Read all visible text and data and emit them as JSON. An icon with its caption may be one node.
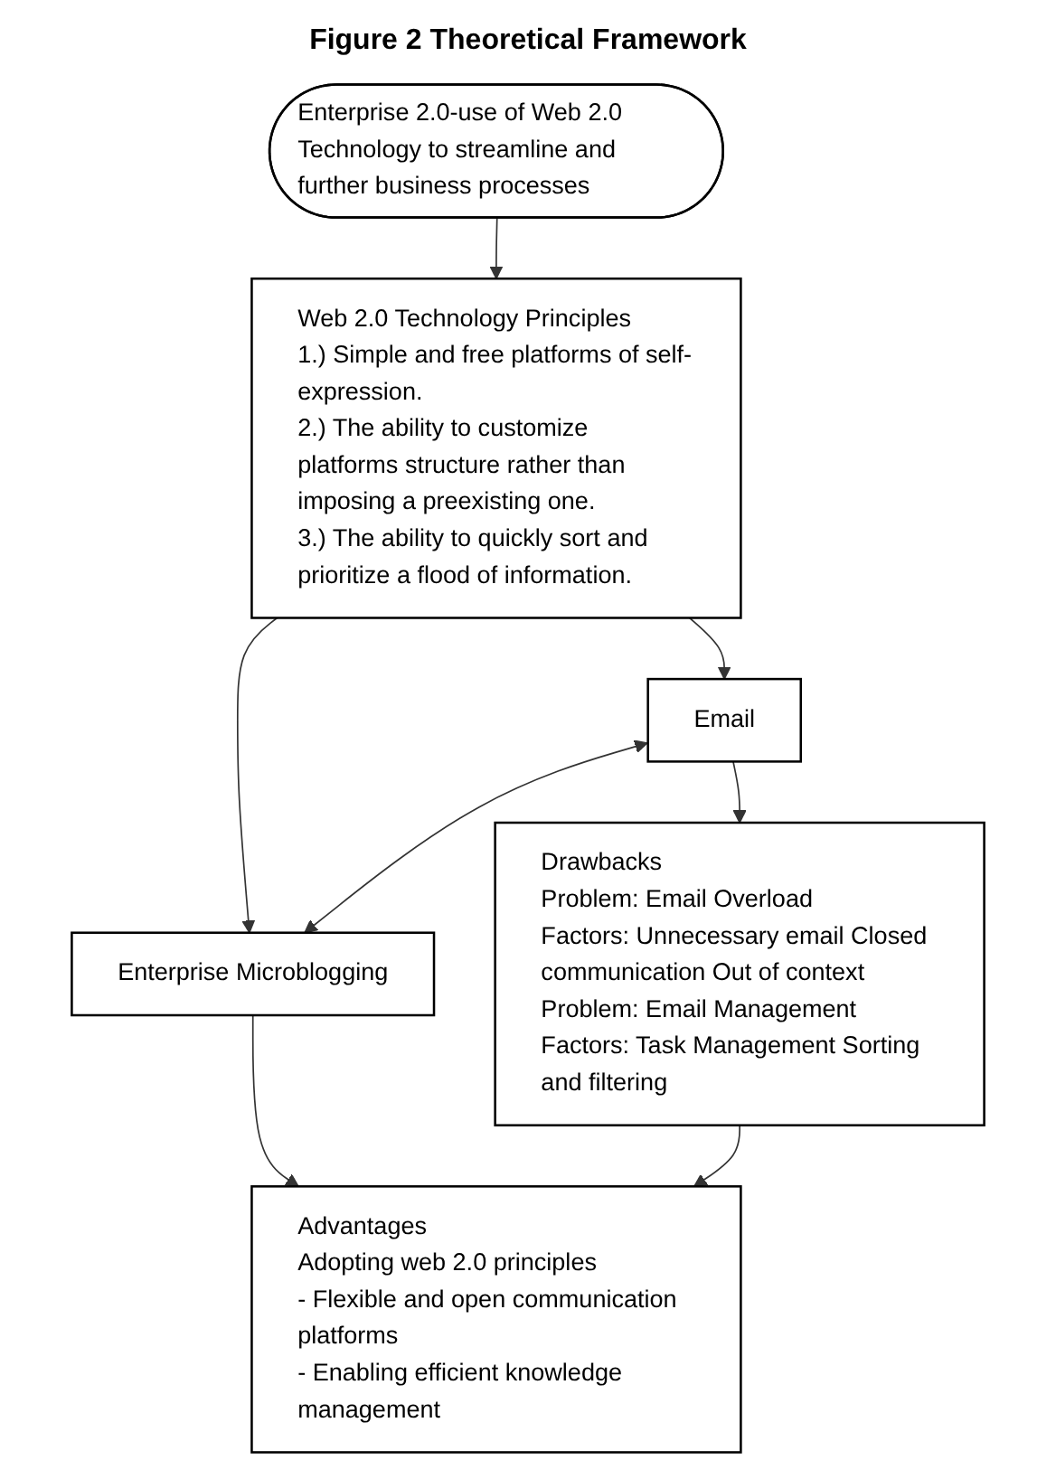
{
  "diagram": {
    "title": "Figure 2 Theoretical Framework",
    "nodes": [
      {
        "text": [
          "Enterprise 2.0-use of Web 2.0 Technology to streamline and further business processes"
        ]
      },
      {
        "text": [
          "Web 2.0 Technology Principles",
          "1.) Simple and free platforms of self-expression.",
          "2.) The ability to customize platforms structure rather than imposing a preexisting one.",
          "3.) The ability to quickly sort and prioritize a flood of information."
        ]
      },
      {
        "text": [
          "Email"
        ]
      },
      {
        "text": [
          "Enterprise Microblogging"
        ]
      },
      {
        "text": [
          "Drawbacks",
          "Problem: Email Overload",
          "Factors: Unnecessary email Closed communication Out of context",
          "Problem: Email Management",
          "Factors: Task Management Sorting and filtering"
        ]
      },
      {
        "text": [
          "Advantages",
          "Adopting web 2.0 principles",
          "- Flexible and open communication platforms",
          "- Enabling efficient knowledge management"
        ]
      }
    ],
    "edges": [
      {
        "from": 0,
        "to": 1,
        "arrow": "to"
      },
      {
        "from": 1,
        "to": 2,
        "arrow": "to"
      },
      {
        "from": 1,
        "to": 3,
        "arrow": "to"
      },
      {
        "from": 2,
        "to": 3,
        "arrow": "both"
      },
      {
        "from": 2,
        "to": 4,
        "arrow": "to"
      },
      {
        "from": 3,
        "to": 5,
        "arrow": "to"
      },
      {
        "from": 4,
        "to": 5,
        "arrow": "to"
      }
    ]
  }
}
